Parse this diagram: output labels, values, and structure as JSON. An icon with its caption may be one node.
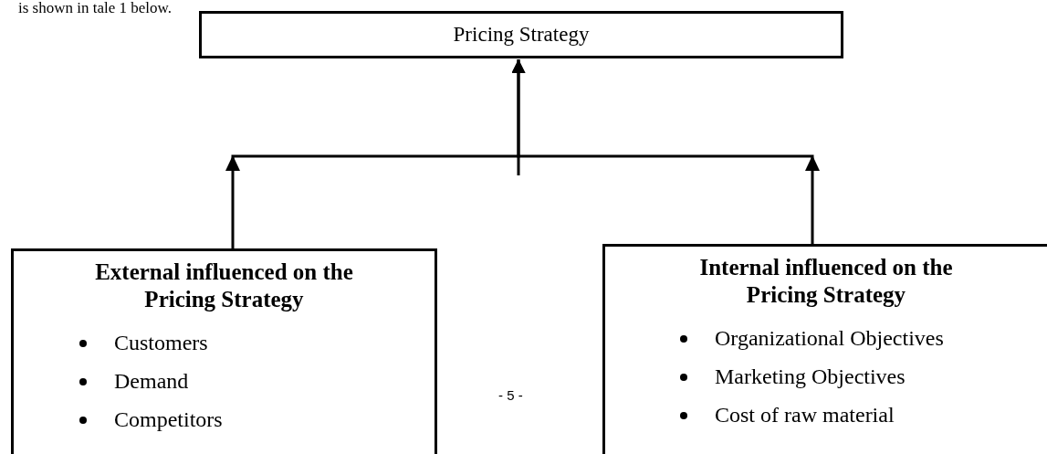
{
  "diagram": {
    "nodes": [
      {
        "text": [
          "Pricing Strategy"
        ]
      },
      {
        "text": [
          "External influenced on the Pricing Strategy",
          "Customers",
          "Demand",
          "Competitors"
        ]
      },
      {
        "text": [
          "Internal influenced on the Pricing Strategy",
          "Organizational Objectives",
          "Marketing Objectives",
          "Cost of raw material"
        ]
      }
    ],
    "edges": [
      {
        "from": 1,
        "to": 0,
        "arrow": "to"
      },
      {
        "from": 2,
        "to": 0,
        "arrow": "to"
      }
    ],
    "labels": [
      "is shown in tale 1 below.",
      "- 5 -"
    ]
  }
}
